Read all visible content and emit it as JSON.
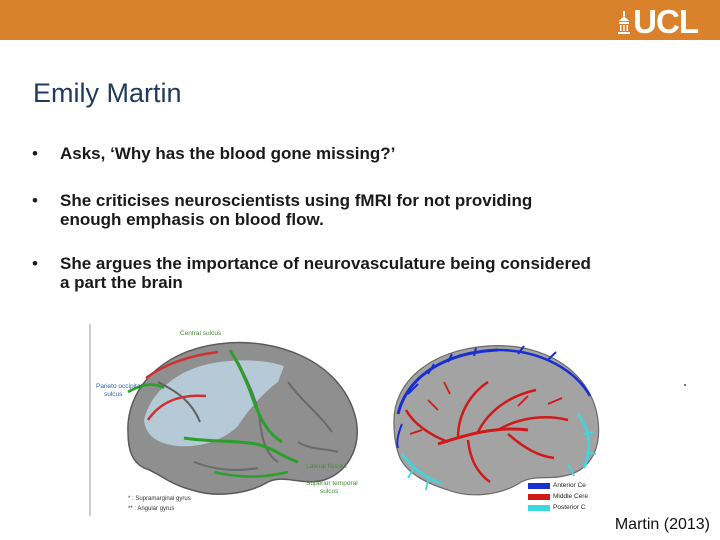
{
  "header": {
    "logo_text": "UCL",
    "accent_color": "#d9822b"
  },
  "slide": {
    "title": "Emily Martin",
    "bullets": [
      {
        "line1": "Asks, ‘Why has the blood gone missing?’",
        "line2": ""
      },
      {
        "line1": "She criticises neuroscientists using fMRI for not providing",
        "line2": "enough emphasis on blood flow."
      },
      {
        "line1": "She argues the importance of neurovasculature being considered",
        "line2": "a  part the brain"
      }
    ],
    "bullet_glyph": "•",
    "citation": "Martin (2013)"
  },
  "left_figure": {
    "labels": {
      "central_sulcus": "Central sulcus",
      "parieto_occipital": "Parieto occipital",
      "sulcus": "sulcus",
      "lateral_fissure": "Lateral fissure",
      "superior_temporal": "Superior temporal",
      "sulcus2": "sulcus",
      "legend1": "* : Supramarginal gyrus",
      "legend2": "** : Angular gyrus"
    }
  },
  "right_figure": {
    "legend": [
      {
        "label": "Anterior Ce",
        "color": "#1a2fd0"
      },
      {
        "label": "Middle Cere",
        "color": "#d01a1a"
      },
      {
        "label": "Posterior C",
        "color": "#3ad8e0"
      }
    ]
  }
}
